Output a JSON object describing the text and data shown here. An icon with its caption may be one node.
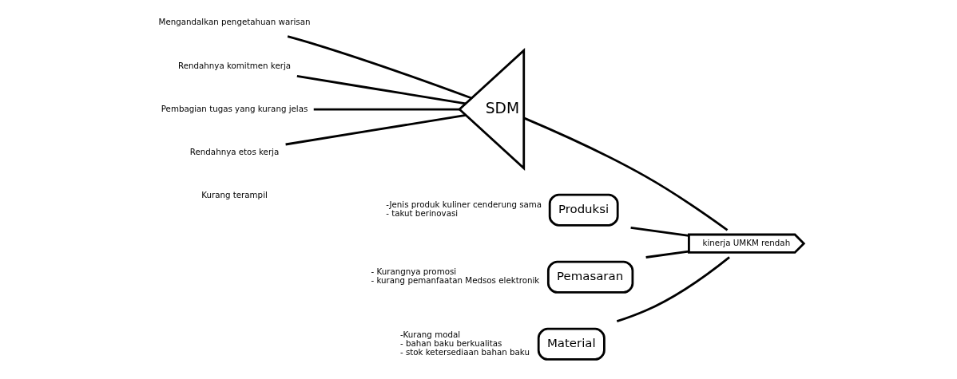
{
  "diagram": {
    "nodes": [
      {
        "text": [
          "Mengandalkan pengetahuan warisan"
        ]
      },
      {
        "text": [
          "Rendahnya komitmen kerja"
        ]
      },
      {
        "text": [
          "Pembagian tugas yang kurang jelas"
        ]
      },
      {
        "text": [
          "Rendahnya etos kerja"
        ]
      },
      {
        "text": [
          "SDM"
        ]
      },
      {
        "text": [
          "Produksi"
        ],
        "beside": [
          "-Jenis produk kuliner cenderung sama",
          "- takut berinovasi"
        ]
      },
      {
        "text": [
          "Pemasaran"
        ],
        "beside": [
          "- Kurangnya promosi",
          "- kurang pemanfaatan Medsos elektronik"
        ]
      },
      {
        "text": [
          "Material"
        ],
        "beside": [
          "-Kurang modal",
          "- bahan baku berkualitas",
          "- stok ketersediaan bahan baku"
        ]
      },
      {
        "text": [
          "kinerja UMKM rendah"
        ]
      }
    ],
    "edges": [
      {
        "from": 0,
        "to": 4,
        "arrow": "none"
      },
      {
        "from": 1,
        "to": 4,
        "arrow": "none"
      },
      {
        "from": 2,
        "to": 4,
        "arrow": "none"
      },
      {
        "from": 3,
        "to": 4,
        "arrow": "none"
      },
      {
        "from": 4,
        "to": 8,
        "arrow": "none"
      },
      {
        "from": 5,
        "to": 8,
        "arrow": "none"
      },
      {
        "from": 6,
        "to": 8,
        "arrow": "none"
      },
      {
        "from": 7,
        "to": 8,
        "arrow": "none"
      }
    ],
    "labels": [
      "Kurang terampil"
    ]
  }
}
